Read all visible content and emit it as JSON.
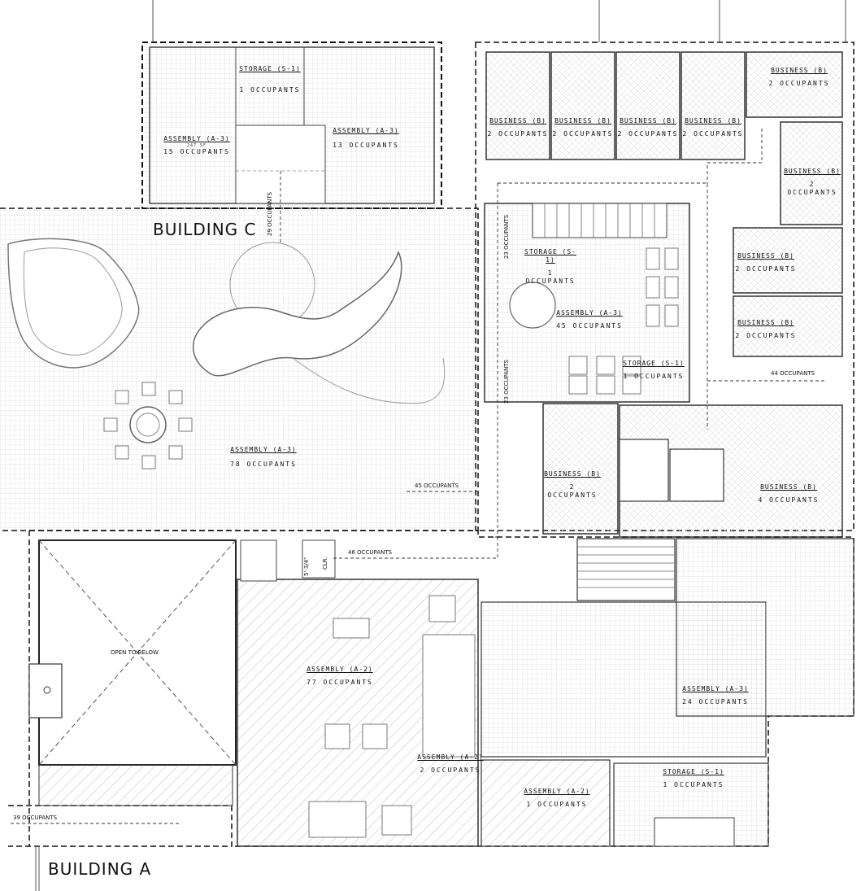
{
  "buildings": {
    "c": "BUILDING C",
    "a": "BUILDING A"
  },
  "rooms": {
    "c_storage": {
      "type": "STORAGE (S-1)",
      "occ": "1 OCCUPANTS"
    },
    "c_assembly_left": {
      "type": "ASSEMBLY (A-3)",
      "sub": "247 SF",
      "occ": "15 OCCUPANTS"
    },
    "c_assembly_right": {
      "type": "ASSEMBLY (A-3)",
      "sub": "",
      "occ": "13 OCCUPANTS"
    },
    "biz1": {
      "type": "BUSINESS (B)",
      "occ": "2 OCCUPANTS"
    },
    "biz2": {
      "type": "BUSINESS (B)",
      "occ": "2 OCCUPANTS"
    },
    "biz3": {
      "type": "BUSINESS (B)",
      "occ": "2 OCCUPANTS"
    },
    "biz4": {
      "type": "BUSINESS (B)",
      "occ": "2 OCCUPANTS"
    },
    "biz_top_right": {
      "type": "BUSINESS (B)",
      "occ": "2 OCCUPANTS"
    },
    "biz_right_1": {
      "type": "BUSINESS (B)",
      "occ": "2 OCCUPANTS"
    },
    "biz_right_2": {
      "type": "BUSINESS (B)",
      "occ": "2 OCCUPANTS"
    },
    "biz_right_3": {
      "type": "BUSINESS (B)",
      "occ": "2 OCCUPANTS"
    },
    "center_storage": {
      "type": "STORAGE (S-1)",
      "occ": "1 OCCUPANTS"
    },
    "center_assembly": {
      "type": "ASSEMBLY (A-3)",
      "occ": "45 OCCUPANTS"
    },
    "center_storage_2": {
      "type": "STORAGE (S-1)",
      "occ": "1 OCCUPANTS"
    },
    "courtyard": {
      "type": "ASSEMBLY (A-3)",
      "occ": "78 OCCUPANTS"
    },
    "biz_mid": {
      "type": "BUSINESS (B)",
      "occ": "2 OCCUPANTS"
    },
    "biz_mid_right": {
      "type": "BUSINESS (B)",
      "occ": "4 OCCUPANTS"
    },
    "a_assembly_a2": {
      "type": "ASSEMBLY (A-2)",
      "occ": "77 OCCUPANTS"
    },
    "a_assembly_a3": {
      "type": "ASSEMBLY (A-3)",
      "occ": "24 OCCUPANTS"
    },
    "a_small_a2": {
      "type": "ASSEMBLY (A-2)",
      "occ": "2 OCCUPANTS"
    },
    "a_kitchen_a2": {
      "type": "ASSEMBLY (A-2)",
      "occ": "1 OCCUPANTS"
    },
    "a_storage": {
      "type": "STORAGE (S-1)",
      "occ": "1 OCCUPANTS"
    }
  },
  "flows": {
    "f29": "29 OCCUPANTS",
    "f23a": "23 OCCUPANTS",
    "f23b": "23 OCCUPANTS",
    "f44": "44 OCCUPANTS",
    "f45": "45 OCCUPANTS",
    "f46": "46 OCCUPANTS",
    "f39": "39 OCCUPANTS"
  },
  "labels": {
    "open_to_below": "OPEN TO BELOW",
    "dim": "5'-3/4\"",
    "clr": "CLR."
  }
}
